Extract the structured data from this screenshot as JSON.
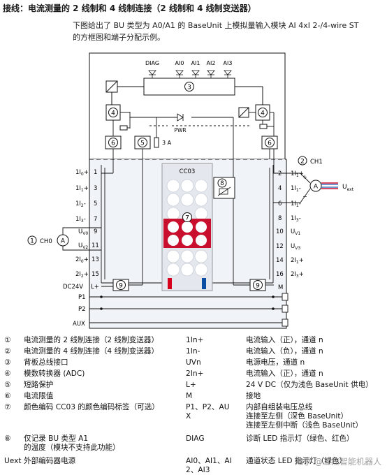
{
  "heading": "接线：电流测量的 2 线制和 4 线制连接（2 线制和 4 线制变送器）",
  "intro": {
    "line1": "下图给出了 BU 类型为 A0/A1 的 BaseUnit 上模拟量输入模块 AI 4xI 2-/4-wire ST",
    "line2": "的方框图和端子分配示例。"
  },
  "diagram": {
    "leds": [
      "DIAG",
      "AI0",
      "AI1",
      "AI2",
      "AI3"
    ],
    "callouts": {
      "c1": "1",
      "c2": "2",
      "c3": "3",
      "c4": "4",
      "c5": "5",
      "c6": "6",
      "c7": "7",
      "c8": "8",
      "c9": "9"
    },
    "pwr": "PWR",
    "fuse": "3 A",
    "cc_label": "CC03",
    "ch0": "CH0",
    "ch1": "CH1",
    "meter": "A",
    "uext": "U",
    "uext_sub": "ext",
    "plus": "+",
    "minus": "−",
    "left_terms": [
      {
        "label": "1I",
        "sub": "0",
        "sign": "+",
        "num": "1"
      },
      {
        "label": "1I",
        "sub": "1",
        "sign": "+",
        "num": "3"
      },
      {
        "label": "1I",
        "sub": "2",
        "sign": "-",
        "num": "5"
      },
      {
        "label": "1I",
        "sub": "3",
        "sign": "-",
        "num": "7"
      },
      {
        "label": "U",
        "sub": "V0",
        "sign": "",
        "num": "9"
      },
      {
        "label": "U",
        "sub": "V2",
        "sign": "",
        "num": "11"
      },
      {
        "label": "2I",
        "sub": "0",
        "sign": "+",
        "num": "13"
      },
      {
        "label": "2I",
        "sub": "2",
        "sign": "+",
        "num": "15"
      },
      {
        "label": "L+",
        "sub": "",
        "sign": "",
        "num": ""
      }
    ],
    "right_terms": [
      {
        "num": "2",
        "label": "1I",
        "sub": "1",
        "sign": "+"
      },
      {
        "num": "4",
        "label": "1I",
        "sub": "1",
        "sign": "-"
      },
      {
        "num": "6",
        "label": "1I",
        "sub": "1",
        "sign": "-"
      },
      {
        "num": "8",
        "label": "1I",
        "sub": "3",
        "sign": "-"
      },
      {
        "num": "10",
        "label": "U",
        "sub": "V1",
        "sign": ""
      },
      {
        "num": "12",
        "label": "U",
        "sub": "V3",
        "sign": ""
      },
      {
        "num": "14",
        "label": "2I",
        "sub": "1",
        "sign": "+"
      },
      {
        "num": "16",
        "label": "2I",
        "sub": "3",
        "sign": "+"
      },
      {
        "num": "",
        "label": "M",
        "sub": "",
        "sign": ""
      }
    ],
    "dc24v": "DC24V",
    "bus": [
      "P1",
      "P2",
      "AUX"
    ]
  },
  "legend": [
    {
      "num": "①",
      "desc": "电流测量的 2 线制连接（2 线制变送器）",
      "term": "1In+",
      "tdesc": "电流输入（正），通道 n"
    },
    {
      "num": "②",
      "desc": "电流测量的 4 线制连接（4 线制变送器）",
      "term": "1In-",
      "tdesc": "电流输入（负），通道 n"
    },
    {
      "num": "③",
      "desc": "背板总线接口",
      "term": "UVn",
      "tdesc": "电源电压，通道 n"
    },
    {
      "num": "④",
      "desc": "模数转换器 (ADC)",
      "term": "2In+",
      "tdesc": "电流输入（正），通道 n"
    },
    {
      "num": "⑤",
      "desc": "短路保护",
      "term": "L+",
      "tdesc": "24 V DC（仅为浅色 BaseUnit 供电）"
    },
    {
      "num": "⑥",
      "desc": "电流限值",
      "term": "M",
      "tdesc": "接地"
    },
    {
      "num": "⑦",
      "desc": "颜色编码 CC03 的颜色编码标签（可选）",
      "term": "P1、P2、AU",
      "tdesc": "内部自组装电压总线"
    },
    {
      "num": "",
      "desc": "",
      "term": "X",
      "tdesc": "连接至左侧（深色 BaseUnit）"
    },
    {
      "num": "",
      "desc": "",
      "term": "",
      "tdesc": "连接至左侧中断（浅色 BaseUnit）"
    },
    {
      "num": "⑧",
      "desc": "仅记录 BU 类型 A1",
      "term": "DIAG",
      "tdesc": "诊断 LED 指示灯（绿色、红色）"
    },
    {
      "num": "",
      "desc": "的温度（模块不支持此功能）",
      "term": "",
      "tdesc": ""
    },
    {
      "num": "Uext",
      "desc": "外部编码器电源",
      "term": "AI0、AI1、AI",
      "tdesc": "通道状态 LED 指示灯（绿色）"
    },
    {
      "num": "",
      "desc": "",
      "term": "2、AI3",
      "tdesc": ""
    }
  ],
  "watermark": "知乎 @工控智能机器人"
}
